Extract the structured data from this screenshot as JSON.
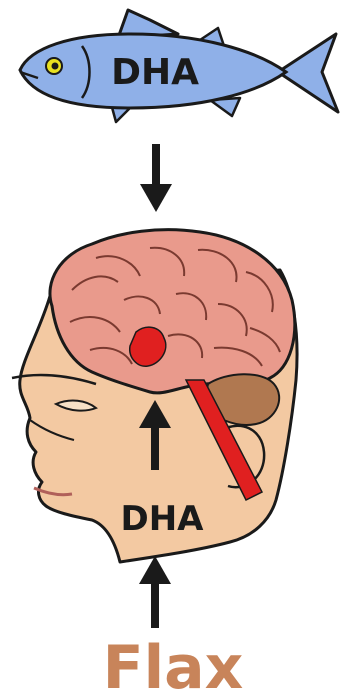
{
  "fish": {
    "label": "DHA",
    "body_color": "#8fb0e8",
    "outline_color": "#1a1a1a",
    "eye_color": "#e8e020"
  },
  "head": {
    "label": "DHA",
    "skin_color": "#f3c9a2",
    "brain_color": "#e99a8c",
    "hypothalamus_color": "#e02020",
    "cerebellum_color": "#b07850",
    "spinal_color": "#e02020"
  },
  "source": {
    "label": "Flax",
    "color": "#c8845a"
  },
  "arrow_color": "#1a1a1a"
}
